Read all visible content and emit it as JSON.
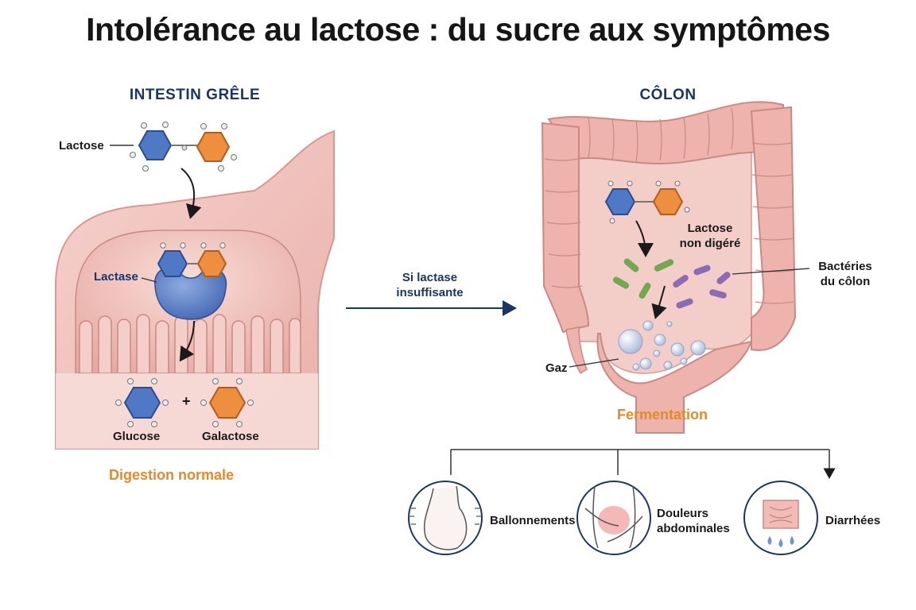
{
  "title": "Intolérance au lactose : du sucre aux symptômes",
  "left": {
    "heading": "INTESTIN GRÊLE",
    "lactose_label": "Lactose",
    "lactase_label": "Lactase",
    "plus": "+",
    "glucose_label": "Glucose",
    "galactose_label": "Galactose",
    "caption": "Digestion normale"
  },
  "transition": {
    "line1": "Si lactase",
    "line2": "insuffisante"
  },
  "right": {
    "heading": "CÔLON",
    "undigested_line1": "Lactose",
    "undigested_line2": "non digéré",
    "bacteria_line1": "Bactéries",
    "bacteria_line2": "du côlon",
    "gas_label": "Gaz",
    "caption": "Fermentation"
  },
  "symptoms": [
    {
      "label": "Ballonnements",
      "icon": "bloated-belly-icon"
    },
    {
      "label_line1": "Douleurs",
      "label_line2": "abdominales",
      "icon": "abdominal-pain-icon"
    },
    {
      "label": "Diarrhées",
      "icon": "intestine-drops-icon"
    }
  ],
  "colors": {
    "glucose": "#4f79c4",
    "galactose": "#ee8f3f",
    "lactase": "#5a7fc6",
    "tissue": "#f1c1bd",
    "heading": "#1b3566",
    "accent": "#e48a2a"
  }
}
